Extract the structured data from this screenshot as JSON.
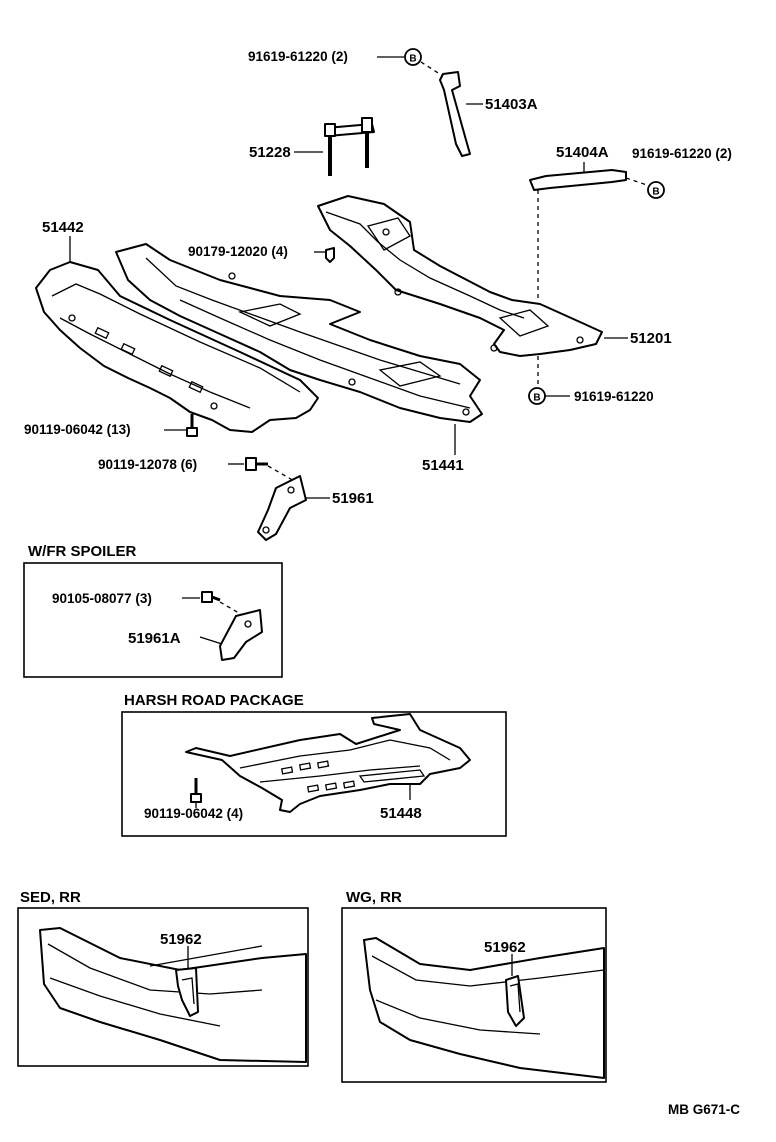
{
  "labels": {
    "p91619_top": "91619-61220 (2)",
    "p51403a": "51403A",
    "p51228": "51228",
    "p51404a": "51404A",
    "p91619_right": "91619-61220 (2)",
    "p51442": "51442",
    "p90179": "90179-12020 (4)",
    "p51201": "51201",
    "p91619_lower": "91619-61220",
    "p90119_13": "90119-06042 (13)",
    "p51441": "51441",
    "p90119_6": "90119-12078 (6)",
    "p51961": "51961",
    "p90105": "90105-08077 (3)",
    "p51961a": "51961A",
    "p90119_4": "90119-06042 (4)",
    "p51448": "51448",
    "p51962_sed": "51962",
    "p51962_wg": "51962"
  },
  "sections": {
    "fr_spoiler": "W/FR SPOILER",
    "harsh_road": "HARSH ROAD PACKAGE",
    "sed_rr": "SED, RR",
    "wg_rr": "WG, RR"
  },
  "nut_mark": "B",
  "figure_code": "MB G671-C"
}
